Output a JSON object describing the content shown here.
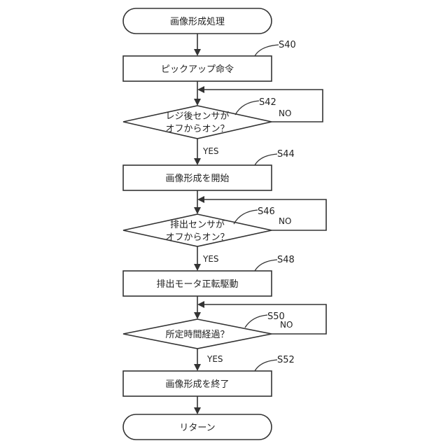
{
  "flowchart": {
    "start": {
      "label": "画像形成処理"
    },
    "s40": {
      "label": "ピックアップ命令",
      "step": "S40"
    },
    "s42": {
      "line1": "レジ後センサが",
      "line2": "オフからオン？",
      "step": "S42",
      "no": "NO",
      "yes": "YES"
    },
    "s44": {
      "label": "画像形成を開始",
      "step": "S44"
    },
    "s46": {
      "line1": "排出センサが",
      "line2": "オフからオン？",
      "step": "S46",
      "no": "NO",
      "yes": "YES"
    },
    "s48": {
      "label": "排出モータ正転駆動",
      "step": "S48"
    },
    "s50": {
      "label": "所定時間経過？",
      "step": "S50",
      "no": "NO",
      "yes": "YES"
    },
    "s52": {
      "label": "画像形成を終了",
      "step": "S52"
    },
    "end": {
      "label": "リターン"
    }
  }
}
